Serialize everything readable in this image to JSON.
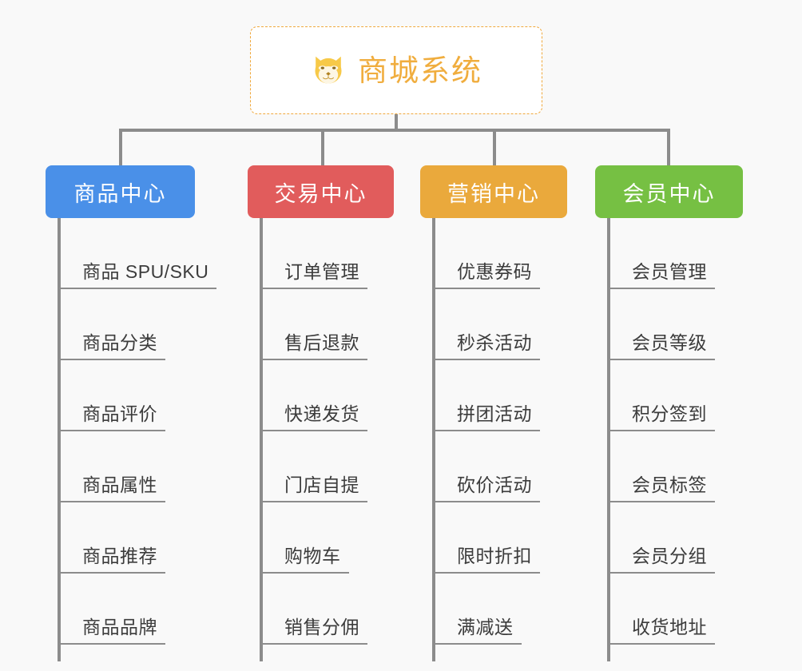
{
  "page": {
    "background_color": "#f9f9f9",
    "line_color": "#8c8c8c",
    "leaf_text_color": "#3c3c3c"
  },
  "root": {
    "title": "商城系统",
    "icon": "shiba-dog-face-icon",
    "text_color": "#f0ad3e",
    "border_color": "#f0a83c",
    "background_color": "#ffffff"
  },
  "categories": [
    {
      "label": "商品中心",
      "color": "#4a90e8",
      "leaves": [
        {
          "label": "商品 SPU/SKU"
        },
        {
          "label": "商品分类"
        },
        {
          "label": "商品评价"
        },
        {
          "label": "商品属性"
        },
        {
          "label": "商品推荐"
        },
        {
          "label": "商品品牌"
        }
      ]
    },
    {
      "label": "交易中心",
      "color": "#e15c5c",
      "leaves": [
        {
          "label": "订单管理"
        },
        {
          "label": "售后退款"
        },
        {
          "label": "快递发货"
        },
        {
          "label": "门店自提"
        },
        {
          "label": "购物车"
        },
        {
          "label": "销售分佣"
        }
      ]
    },
    {
      "label": "营销中心",
      "color": "#eaa93c",
      "leaves": [
        {
          "label": "优惠券码"
        },
        {
          "label": "秒杀活动"
        },
        {
          "label": "拼团活动"
        },
        {
          "label": "砍价活动"
        },
        {
          "label": "限时折扣"
        },
        {
          "label": "满减送"
        }
      ]
    },
    {
      "label": "会员中心",
      "color": "#76c043",
      "leaves": [
        {
          "label": "会员管理"
        },
        {
          "label": "会员等级"
        },
        {
          "label": "积分签到"
        },
        {
          "label": "会员标签"
        },
        {
          "label": "会员分组"
        },
        {
          "label": "收货地址"
        }
      ]
    }
  ]
}
